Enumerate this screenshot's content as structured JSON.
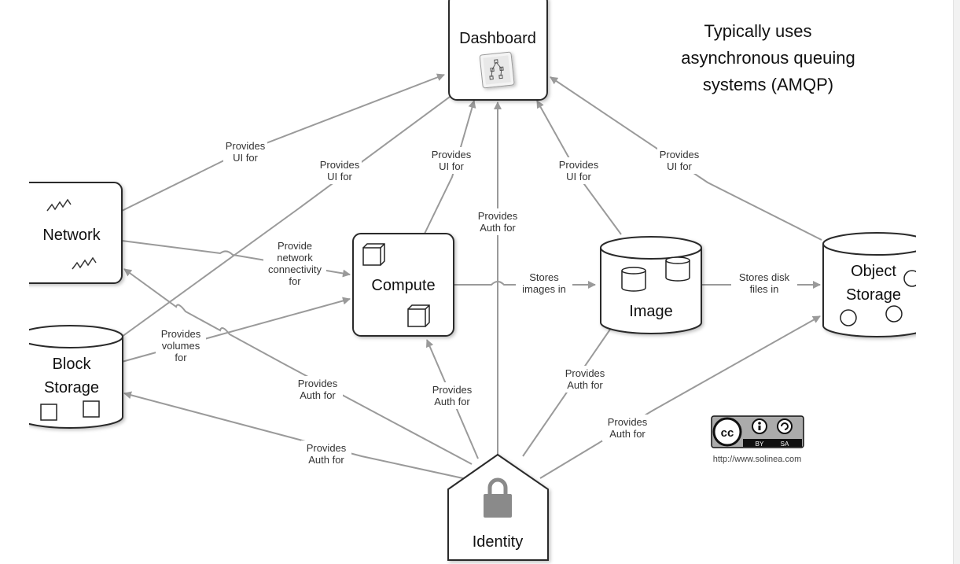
{
  "nodes": {
    "dashboard": "Dashboard",
    "network": "Network",
    "compute": "Compute",
    "image": "Image",
    "object_storage": [
      "Object",
      "Storage"
    ],
    "block_storage": [
      "Block",
      "Storage"
    ],
    "identity": "Identity"
  },
  "note": [
    "Typically uses",
    "asynchronous queuing",
    "systems (AMQP)"
  ],
  "edges": {
    "network_ui": [
      "Provides",
      "UI for"
    ],
    "block_ui": [
      "Provides",
      "UI for"
    ],
    "compute_ui": [
      "Provides",
      "UI for"
    ],
    "identity_auth_dashboard": [
      "Provides",
      "Auth for"
    ],
    "image_ui": [
      "Provides",
      "UI for"
    ],
    "object_ui": [
      "Provides",
      "UI for"
    ],
    "network_connectivity": [
      "Provide",
      "network",
      "connectivity",
      "for"
    ],
    "stores_images": [
      "Stores",
      "images in"
    ],
    "stores_disk": [
      "Stores disk",
      "files in"
    ],
    "block_volumes": [
      "Provides",
      "volumes",
      "for"
    ],
    "network_auth": [
      "Provides",
      "Auth for"
    ],
    "compute_auth": [
      "Provides",
      "Auth for"
    ],
    "image_auth": [
      "Provides",
      "Auth for"
    ],
    "block_auth": [
      "Provides",
      "Auth for"
    ],
    "object_auth": [
      "Provides",
      "Auth for"
    ]
  },
  "license": {
    "cc": "cc",
    "by": "BY",
    "sa": "SA",
    "url": "http://www.solinea.com"
  },
  "colors": {
    "edge": "#9a9a9a",
    "node_stroke": "#2a2a2a",
    "lock": "#8a8a8a"
  }
}
